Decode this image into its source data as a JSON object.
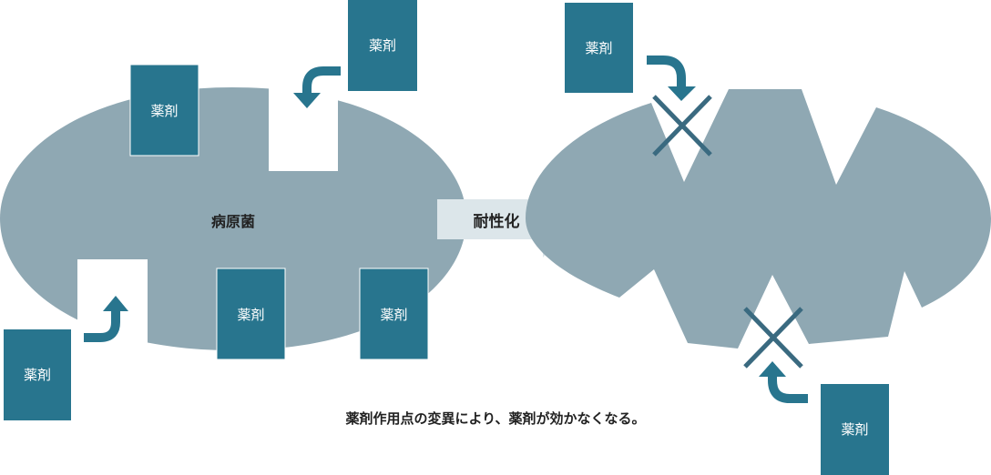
{
  "labels": {
    "pathogen": "病原菌",
    "resistance": "耐性化",
    "drug": "薬剤",
    "caption": "薬剤作用点の変異により、薬剤が効かなくなる。"
  },
  "colors": {
    "body": "#8fa8b3",
    "drug": "#28758e",
    "arrow_light": "#dce6ea",
    "x_mark": "#3a6a80",
    "text": "#222222",
    "drug_text": "#ffffff",
    "background": "#ffffff"
  },
  "icons": {
    "insert_arrow": "curved-arrow-icon",
    "blocked": "x-mark-icon",
    "transform": "right-arrow-icon"
  }
}
